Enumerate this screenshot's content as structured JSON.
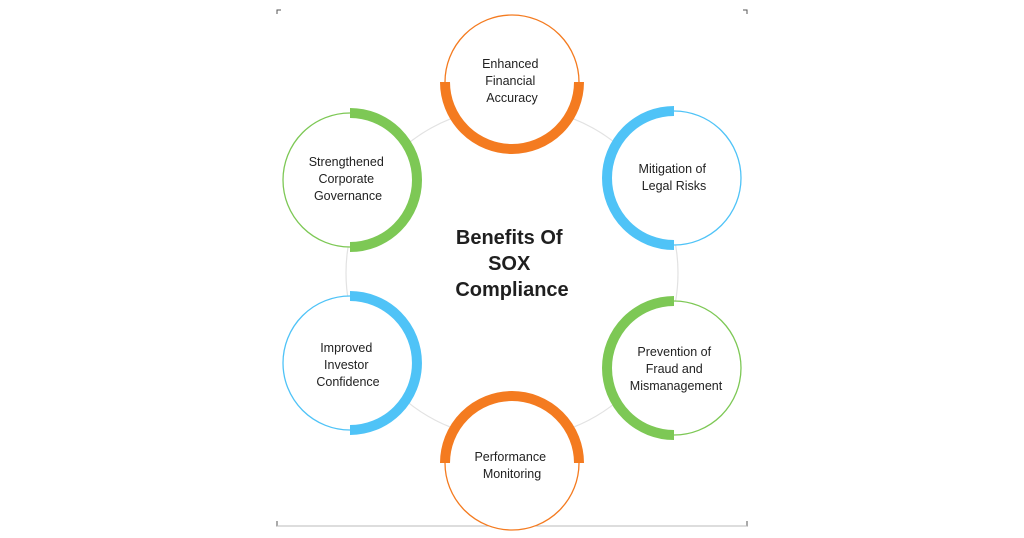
{
  "diagram": {
    "center": {
      "lines": [
        "Benefits Of",
        "SOX",
        "Compliance"
      ]
    },
    "nodes": [
      {
        "lines": [
          "Enhanced",
          "Financial",
          "Accuracy"
        ],
        "color": "#F47B20"
      },
      {
        "lines": [
          "Mitigation of",
          "Legal Risks"
        ],
        "color": "#4FC3F7"
      },
      {
        "lines": [
          "Prevention of",
          "Fraud and",
          "Mismanagement"
        ],
        "color": "#7DC855"
      },
      {
        "lines": [
          "Performance",
          "Monitoring"
        ],
        "color": "#F47B20"
      },
      {
        "lines": [
          "Improved",
          "Investor",
          "Confidence"
        ],
        "color": "#4FC3F7"
      },
      {
        "lines": [
          "Strengthened",
          "Corporate",
          "Governance"
        ],
        "color": "#7DC855"
      }
    ]
  }
}
